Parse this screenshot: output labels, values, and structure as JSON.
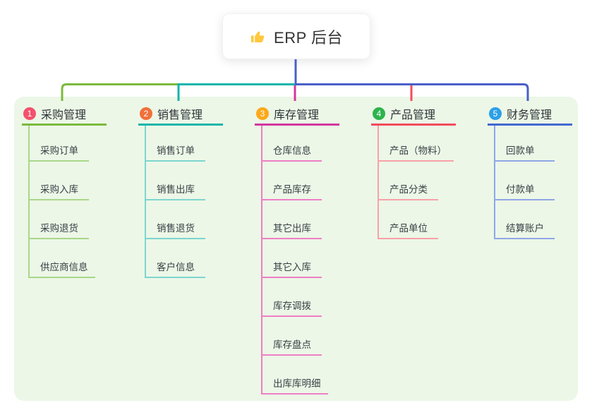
{
  "root": {
    "label": "ERP 后台",
    "icon": "thumbs-up",
    "icon_color": "#FFC83D",
    "connector_color": "#4A5FC8"
  },
  "panel_color": "#ECF7E7",
  "branches": [
    {
      "number": "1",
      "label": "采购管理",
      "badge_color": "#F4516C",
      "line_color": "#7CBA3D",
      "child_line_color": "#A9D789",
      "children": [
        "采购订单",
        "采购入库",
        "采购退货",
        "供应商信息"
      ]
    },
    {
      "number": "2",
      "label": "销售管理",
      "badge_color": "#F1703A",
      "line_color": "#14B5AB",
      "child_line_color": "#7DD6CE",
      "children": [
        "销售订单",
        "销售出库",
        "销售退货",
        "客户信息"
      ]
    },
    {
      "number": "3",
      "label": "库存管理",
      "badge_color": "#FBA919",
      "line_color": "#D2379E",
      "child_line_color": "#EE7FC4",
      "children": [
        "仓库信息",
        "产品库存",
        "其它出库",
        "其它入库",
        "库存调拨",
        "库存盘点",
        "出库库明细"
      ]
    },
    {
      "number": "4",
      "label": "产品管理",
      "badge_color": "#2DB44D",
      "line_color": "#F44B5C",
      "child_line_color": "#F9A0A8",
      "children": [
        "产品（物料）",
        "产品分类",
        "产品单位"
      ]
    },
    {
      "number": "5",
      "label": "财务管理",
      "badge_color": "#2BA0E8",
      "line_color": "#4169D0",
      "child_line_color": "#8FA7E6",
      "children": [
        "回款单",
        "付款单",
        "结算账户"
      ]
    }
  ]
}
